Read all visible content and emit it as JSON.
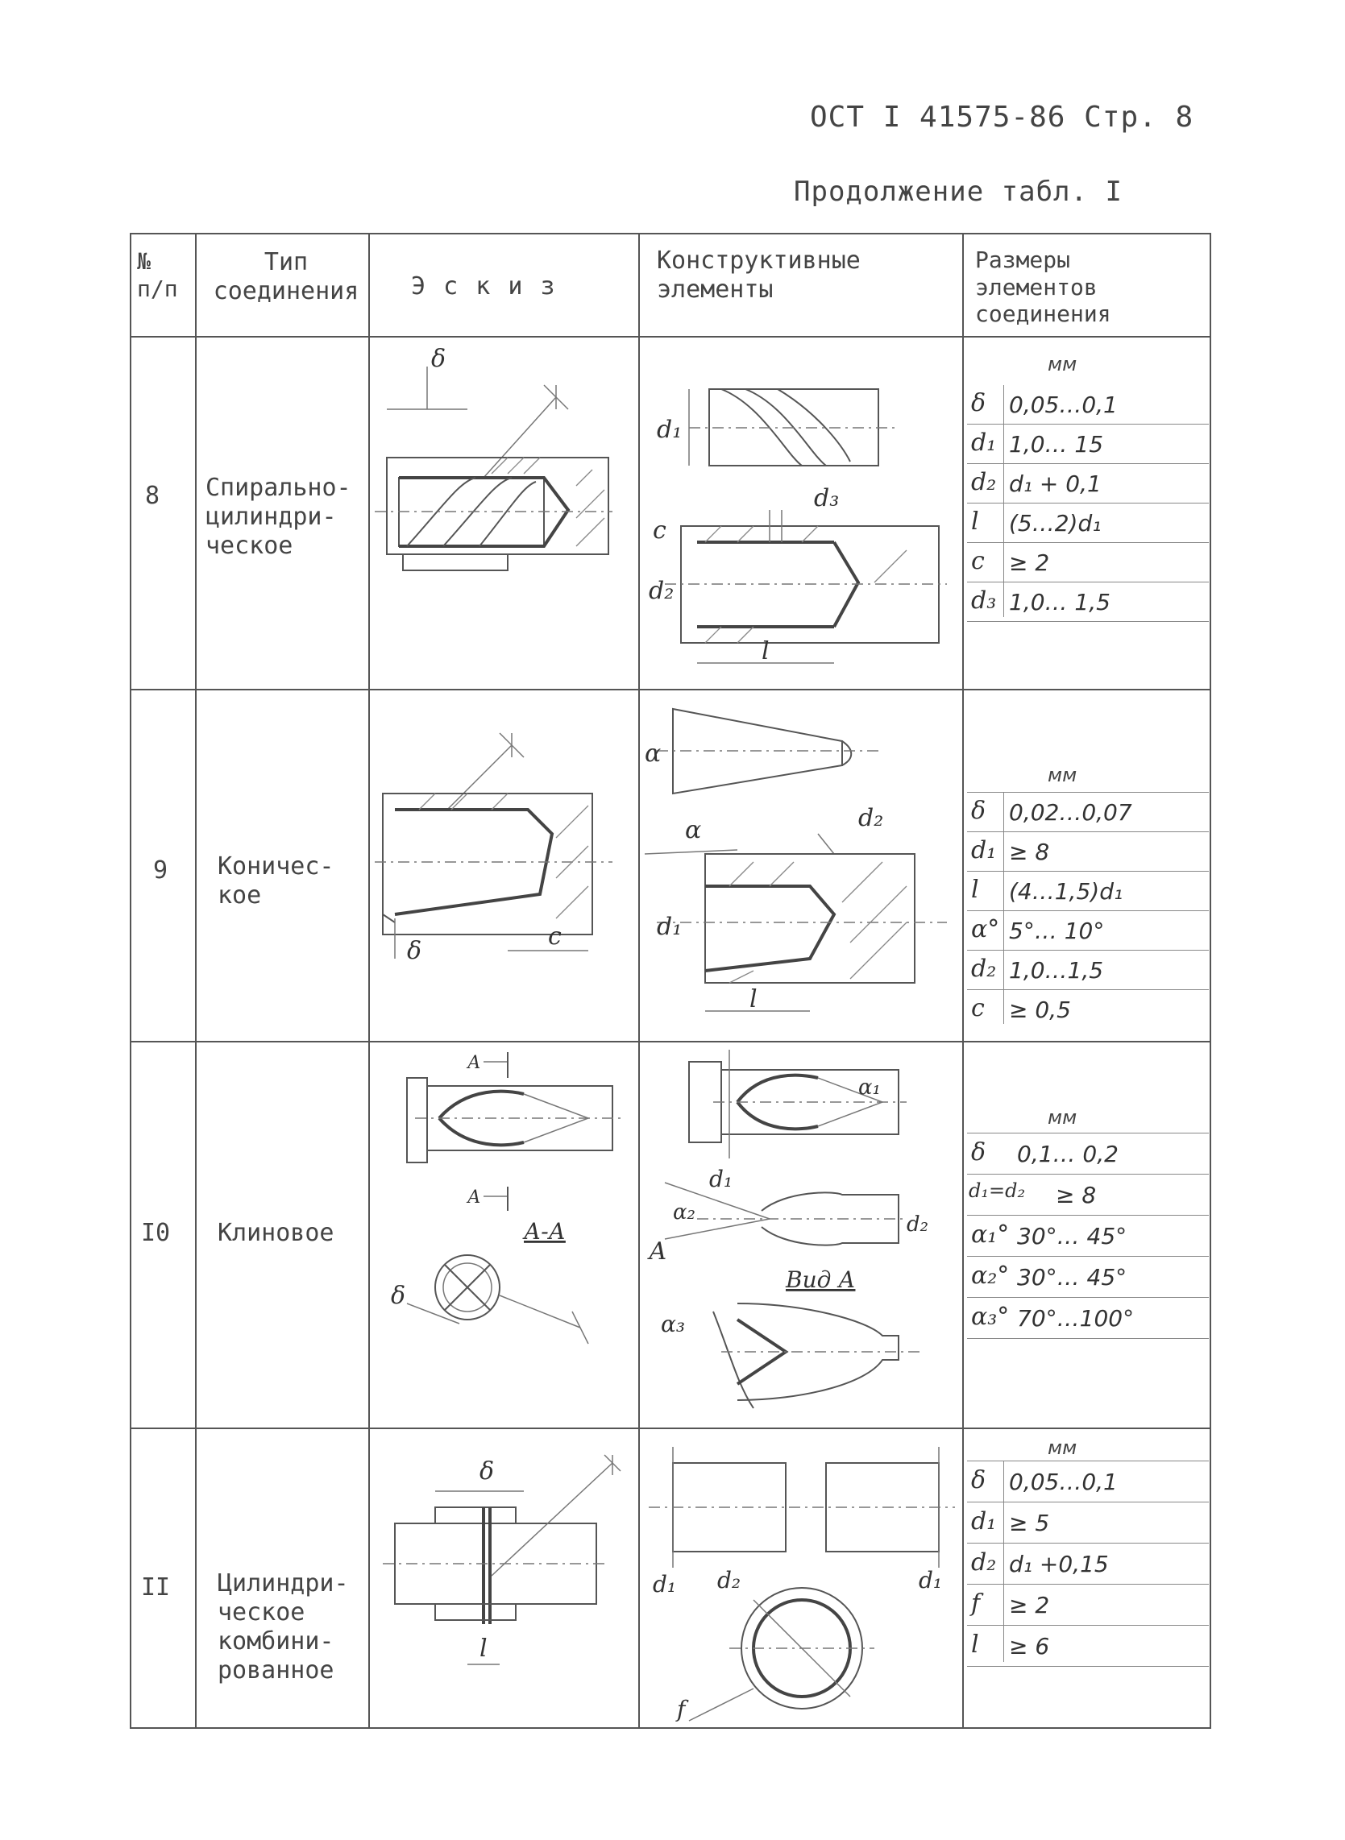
{
  "header": {
    "doc_code": "ОСТ I 41575-86   Стр. 8",
    "subtitle": "Продолжение табл. I"
  },
  "table": {
    "columns": [
      "№\nп/п",
      "Тип\nсоединения",
      "Э с к и з",
      "Конструктивные\nэлементы",
      "Размеры\nэлементов\nсоединения"
    ],
    "rows": [
      {
        "num": "8",
        "type": "Спирально-\nцилиндри-\nческое",
        "unit": "мм",
        "dims": [
          {
            "label": "δ",
            "value": "0,05…0,1"
          },
          {
            "label": "d₁",
            "value": "1,0… 15"
          },
          {
            "label": "d₂",
            "value": "d₁ + 0,1"
          },
          {
            "label": "l",
            "value": "(5…2)d₁"
          },
          {
            "label": "c",
            "value": "≥ 2"
          },
          {
            "label": "d₃",
            "value": "1,0… 1,5"
          }
        ],
        "sketch_labels": [
          "δ"
        ],
        "element_labels": [
          "d₁",
          "d₃",
          "c",
          "d₂",
          "l"
        ]
      },
      {
        "num": "9",
        "type": "Коничес-\nкое",
        "unit": "мм",
        "dims": [
          {
            "label": "δ",
            "value": "0,02…0,07"
          },
          {
            "label": "d₁",
            "value": "≥ 8"
          },
          {
            "label": "l",
            "value": "(4…1,5)d₁"
          },
          {
            "label": "α°",
            "value": "5°… 10°"
          },
          {
            "label": "d₂",
            "value": "1,0…1,5"
          },
          {
            "label": "c",
            "value": "≥ 0,5"
          }
        ],
        "sketch_labels": [
          "δ",
          "c"
        ],
        "element_labels": [
          "α",
          "α",
          "d₂",
          "d₁",
          "l"
        ]
      },
      {
        "num": "I0",
        "type": "Клиновое",
        "unit": "мм",
        "dims": [
          {
            "label": "δ",
            "value": "0,1… 0,2"
          },
          {
            "label": "d₁=d₂",
            "value": "≥ 8"
          },
          {
            "label": "α₁°",
            "value": "30°… 45°"
          },
          {
            "label": "α₂°",
            "value": "30°… 45°"
          },
          {
            "label": "α₃°",
            "value": "70°…100°"
          }
        ],
        "sketch_labels": [
          "А",
          "А",
          "А-А",
          "δ"
        ],
        "element_labels": [
          "α₁",
          "d₁",
          "α₂",
          "А",
          "d₂",
          "Вид А",
          "α₃"
        ]
      },
      {
        "num": "II",
        "type": "Цилиндри-\nческое\nкомбини-\nрованное",
        "unit": "мм",
        "dims": [
          {
            "label": "δ",
            "value": "0,05…0,1"
          },
          {
            "label": "d₁",
            "value": "≥ 5"
          },
          {
            "label": "d₂",
            "value": "d₁ +0,15"
          },
          {
            "label": "f",
            "value": "≥ 2"
          },
          {
            "label": "l",
            "value": "≥ 6"
          }
        ],
        "sketch_labels": [
          "δ",
          "l"
        ],
        "element_labels": [
          "d₁",
          "d₂",
          "d₁",
          "f"
        ]
      }
    ]
  }
}
